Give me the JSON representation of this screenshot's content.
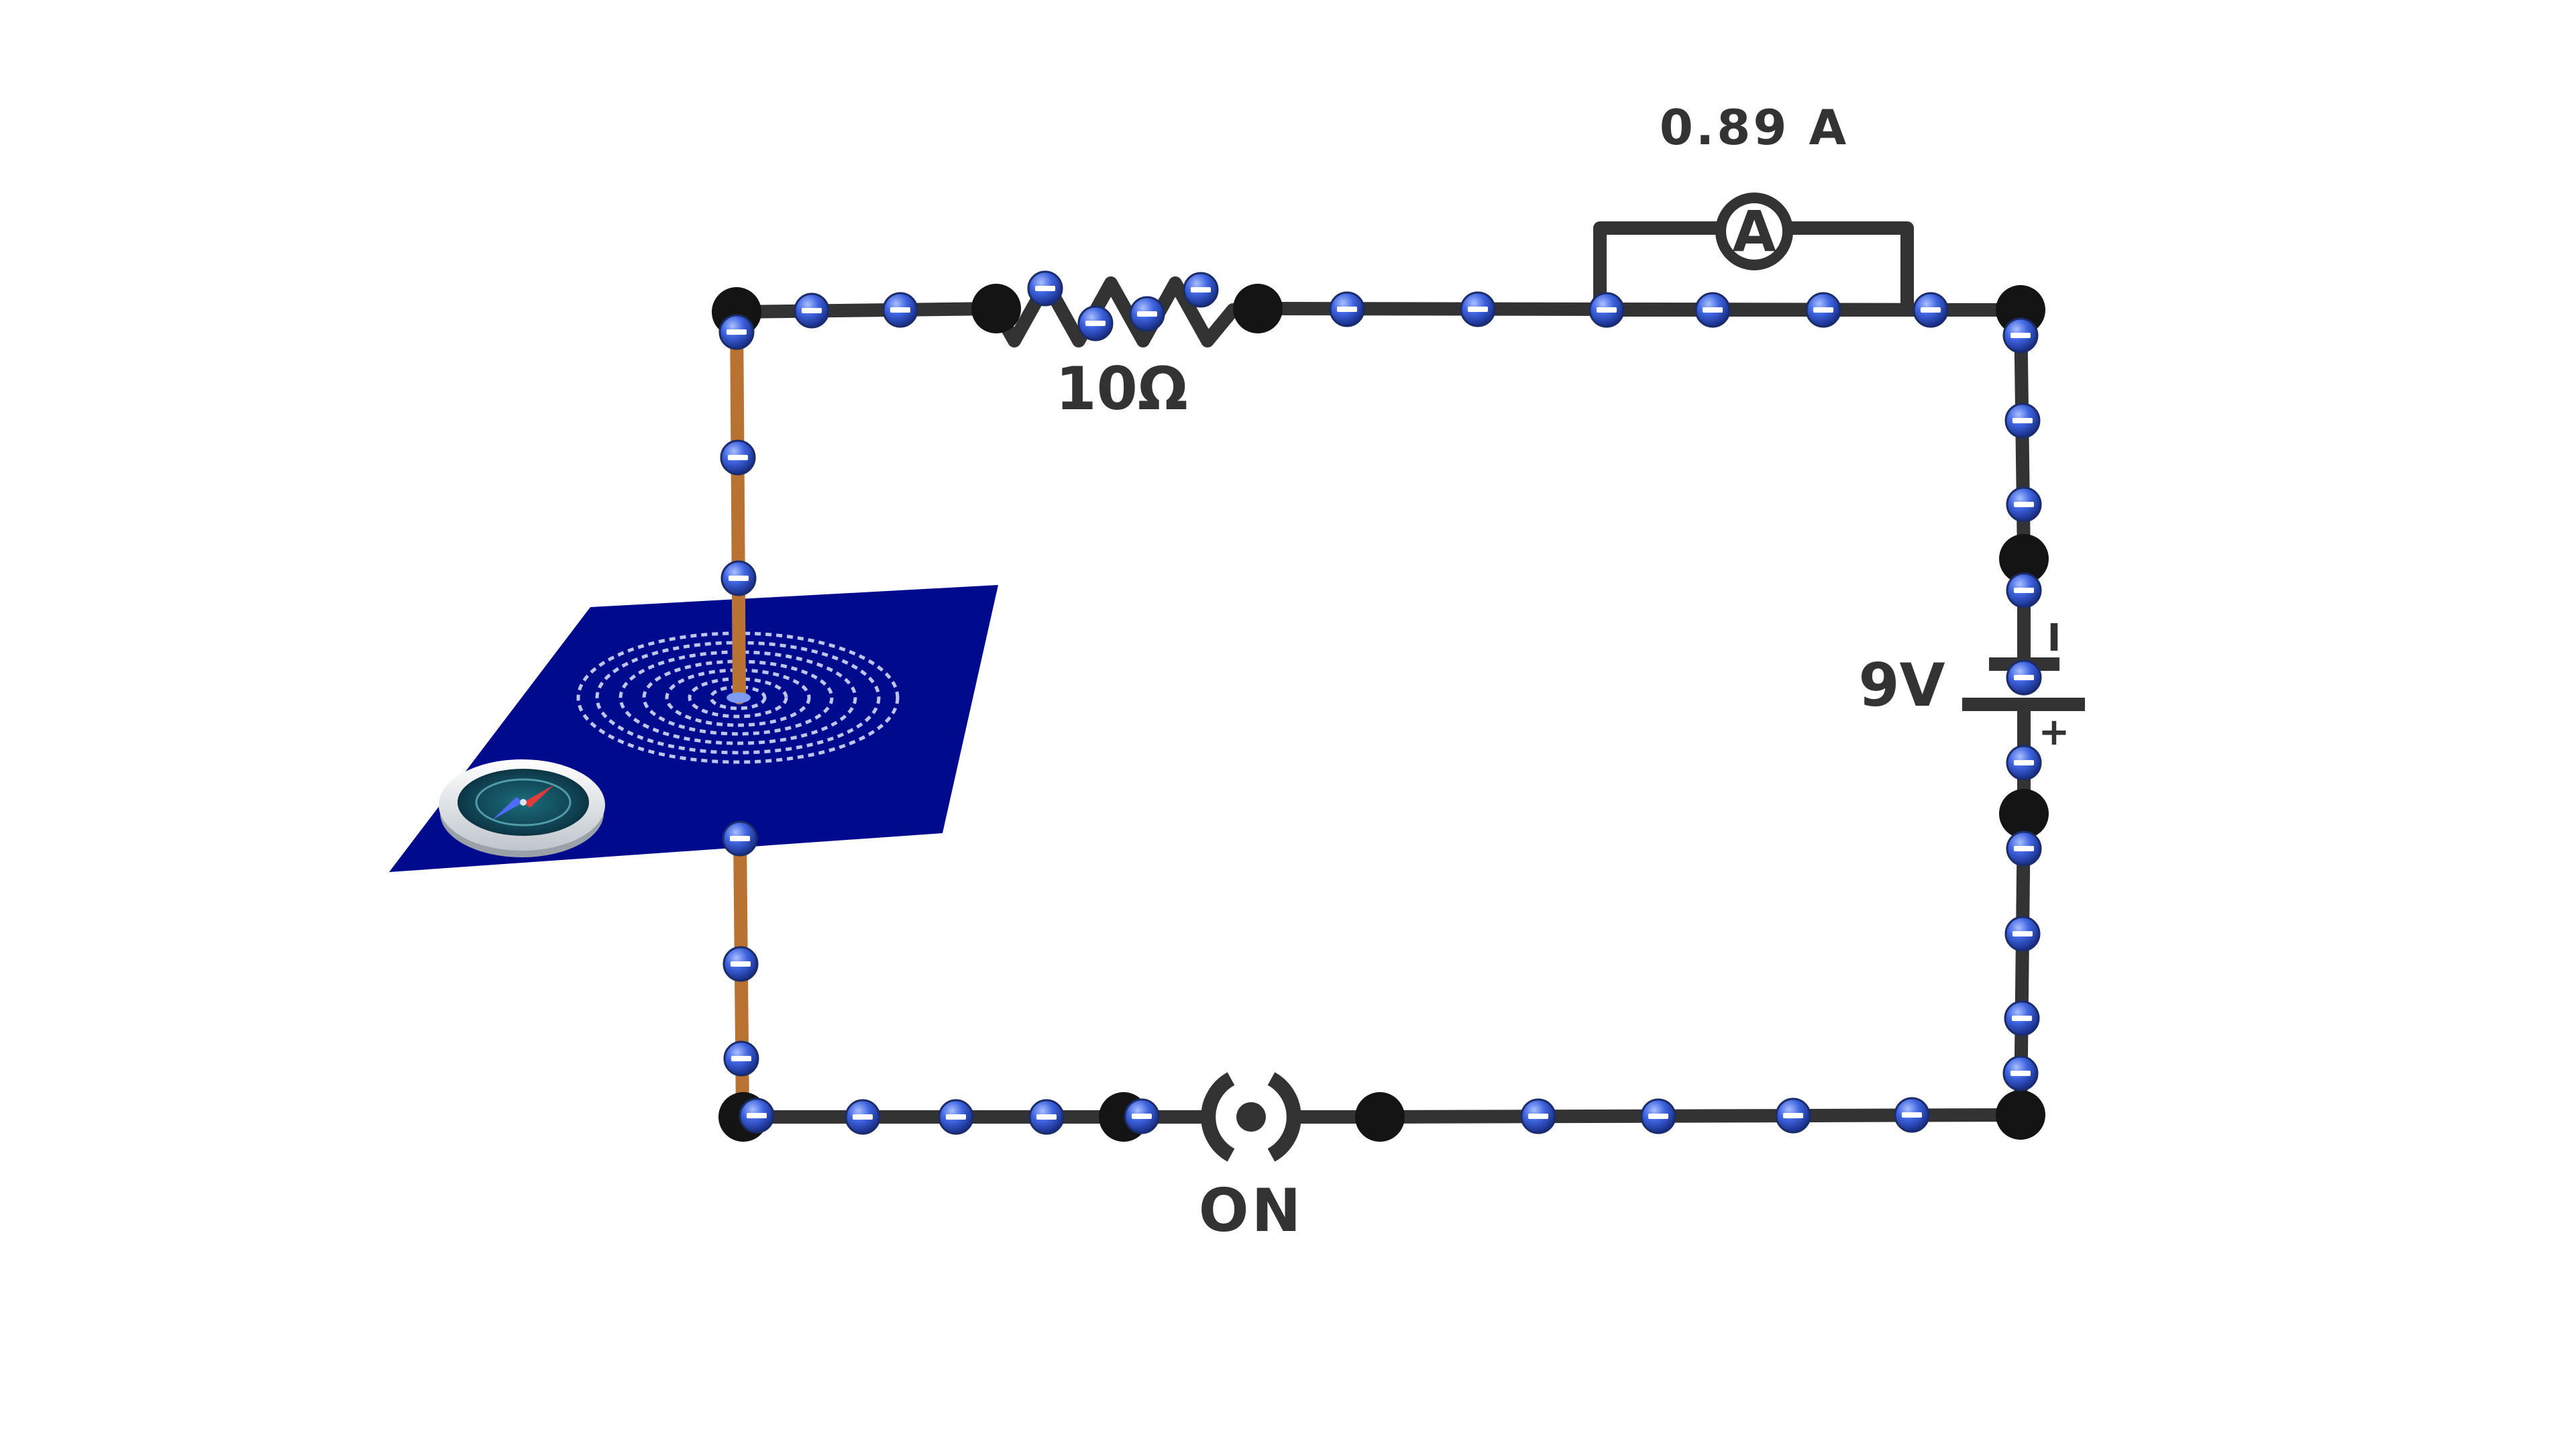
{
  "circuit": {
    "ammeter_reading": "0.89 A",
    "ammeter_symbol": "A",
    "resistor_label": "10Ω",
    "battery_label": "9V",
    "battery_negative_mark": "I",
    "battery_positive_mark": "+",
    "switch_label": "ON"
  },
  "colors": {
    "wire": "#333333",
    "conductor": "#b87333",
    "field_plane": "#000a8c",
    "electron": "#2f55d4",
    "junction": "#141414"
  },
  "icons": {
    "electron": "electron-minus-icon",
    "compass": "compass-icon",
    "switch": "switch-icon",
    "ammeter": "ammeter-icon"
  }
}
